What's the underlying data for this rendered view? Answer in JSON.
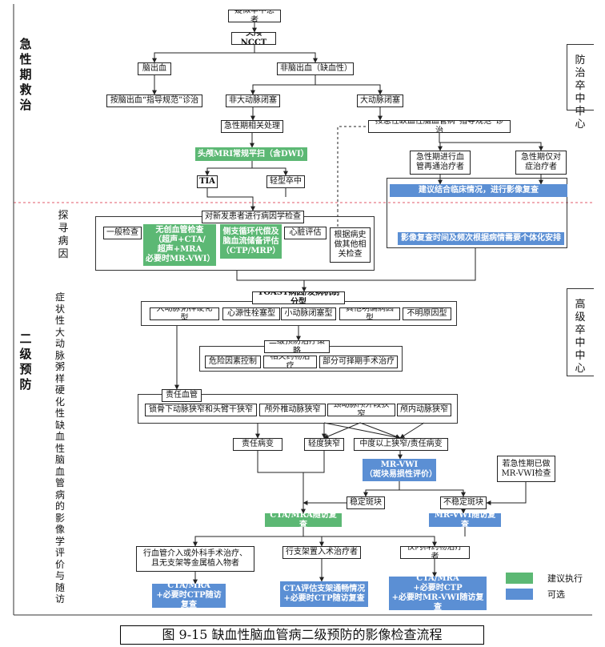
{
  "left_labels": {
    "acute": "急性期救治",
    "secondary": "二级预防"
  },
  "right_labels": {
    "center_a": "防治卒中中心",
    "center_b": "高级卒中中心"
  },
  "section_labels": {
    "etiology": "探寻病因",
    "symptomatic": "症状性大动脉粥样硬化性缺血性脑血管病的影像学评价与随访"
  },
  "nodes": {
    "suspect": "疑似卒中患者",
    "ncct": "头颅NCCT",
    "hemorrhage": "脑出血",
    "nonhemorrhage": "非脑出血（缺血性）",
    "hem_guideline": "按脑出血“指导规范”诊治",
    "non_lvo": "非大动脉闭塞",
    "lvo": "大动脉闭塞",
    "acute_handling": "急性期相关处理",
    "isch_guideline": "按急性缺血性脑血管病“指导规范”诊治",
    "mri_scan": "头颅MRI常规平扫（含DWI）",
    "recan": "急性期进行血\n管再通治疗者",
    "symptomatic_only": "急性期仅对\n症治疗者",
    "tia": "TIA",
    "minor_stroke": "轻型卒中",
    "imaging_recheck": "建议结合临床情况，进行影像复查",
    "etiology_check": "对新发患者进行病因学检查",
    "general_exam": "一般检查",
    "noninvasive": "无创血管检查\n（超声+CTA/\n超声+MRA\n必要时MR-VWI）",
    "collateral": "侧支循环代偿及\n脑血流储备评估\n（CTP/MRP）",
    "cardiac": "心脏评估",
    "history_exam": "根据病史\n做其他相\n关检查",
    "recheck_timing": "影像复查时间及频次根据病情需要个体化安排",
    "toast": "TOAST病因/发病机制分型",
    "laa": "大动脉粥样硬化型",
    "cardioembolic": "心源性栓塞型",
    "sao": "小动脉闭塞型",
    "other": "其他明确病因型",
    "undetermined": "不明原因型",
    "secondary_strategy": "二级预防治疗策略",
    "risk_control": "危险因素控制",
    "drug_therapy": "相关药物治疗",
    "surgery_eval": "部分可择期手术治疗",
    "culprit_vessel": "责任血管",
    "subclavian": "锁骨下动脉狭窄和头臂干狭窄",
    "vertebral": "颅外椎动脉狭窄",
    "carotid": "颈动脉颅外段狭窄",
    "intracranial": "颅内动脉狭窄",
    "culprit_lesion": "责任病变",
    "mild_stenosis": "轻度狭窄",
    "moderate_severe": "中度以上狭窄/责任病变",
    "mr_vwi": "MR-VWI\n（斑块易损性评价）",
    "acute_vwi_done": "若急性期已做\nMR-VWI检查",
    "stable_plaque": "稳定斑块",
    "unstable_plaque": "不稳定斑块",
    "cta_mra_followup": "CTA/MRA随访复查",
    "mr_vwi_followup": "MR-VWI随访复查",
    "endovascular": "行血管介入或外科手术治疗、\n且无支架等金属植入物者",
    "stent": "行支架置入术治疗者",
    "medical_only": "仅内科药物治疗者",
    "bottom_a": "CTA/MRA\n+必要时CTP随访复查",
    "bottom_b": "CTA评估支架通畅情况\n+必要时CTP随访复查",
    "bottom_c": "CTA/MRA\n+必要时CTP\n+必要时MR-VWI随访复查"
  },
  "legend": {
    "recommended": "建议执行",
    "optional": "可选"
  },
  "caption": "图 9-15   缺血性脑血管病二级预防的影像检查流程",
  "colors": {
    "recommended": "#5cb874",
    "optional": "#5b8fd4",
    "divider": "#e05a6a"
  }
}
